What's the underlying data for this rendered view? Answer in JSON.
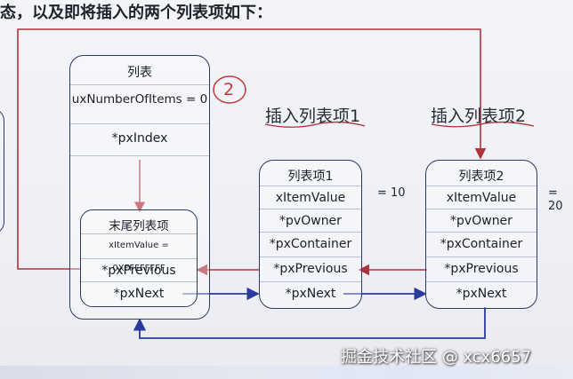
{
  "header": {
    "text": "态，以及即将插入的两个列表项如下："
  },
  "annotations": {
    "insert1": "插入列表项1",
    "insert2": "插入列表项2",
    "circled": "2"
  },
  "list": {
    "title": "列表",
    "fields": [
      "uxNumberOfItems = 0",
      "*pxIndex"
    ]
  },
  "end_item": {
    "title": "末尾列表项",
    "fields": [
      "xItemValue = 0XFFFFFFFF",
      "*pxPrevious",
      "*pxNext"
    ]
  },
  "item1": {
    "title": "列表项1",
    "fields": [
      "xItemValue",
      "*pvOwner",
      "*pxContainer",
      "*pxPrevious",
      "*pxNext"
    ],
    "value": "= 10"
  },
  "item2": {
    "title": "列表项2",
    "fields": [
      "xItemValue",
      "*pvOwner",
      "*pxContainer",
      "*pxPrevious",
      "*pxNext"
    ],
    "value": "= 20"
  },
  "watermark": "掘金技术社区 @ xcx6657",
  "colors": {
    "prev_arrow": "#b0323a",
    "next_arrow": "#2a3a9e",
    "box_border": "#2c3a66"
  }
}
